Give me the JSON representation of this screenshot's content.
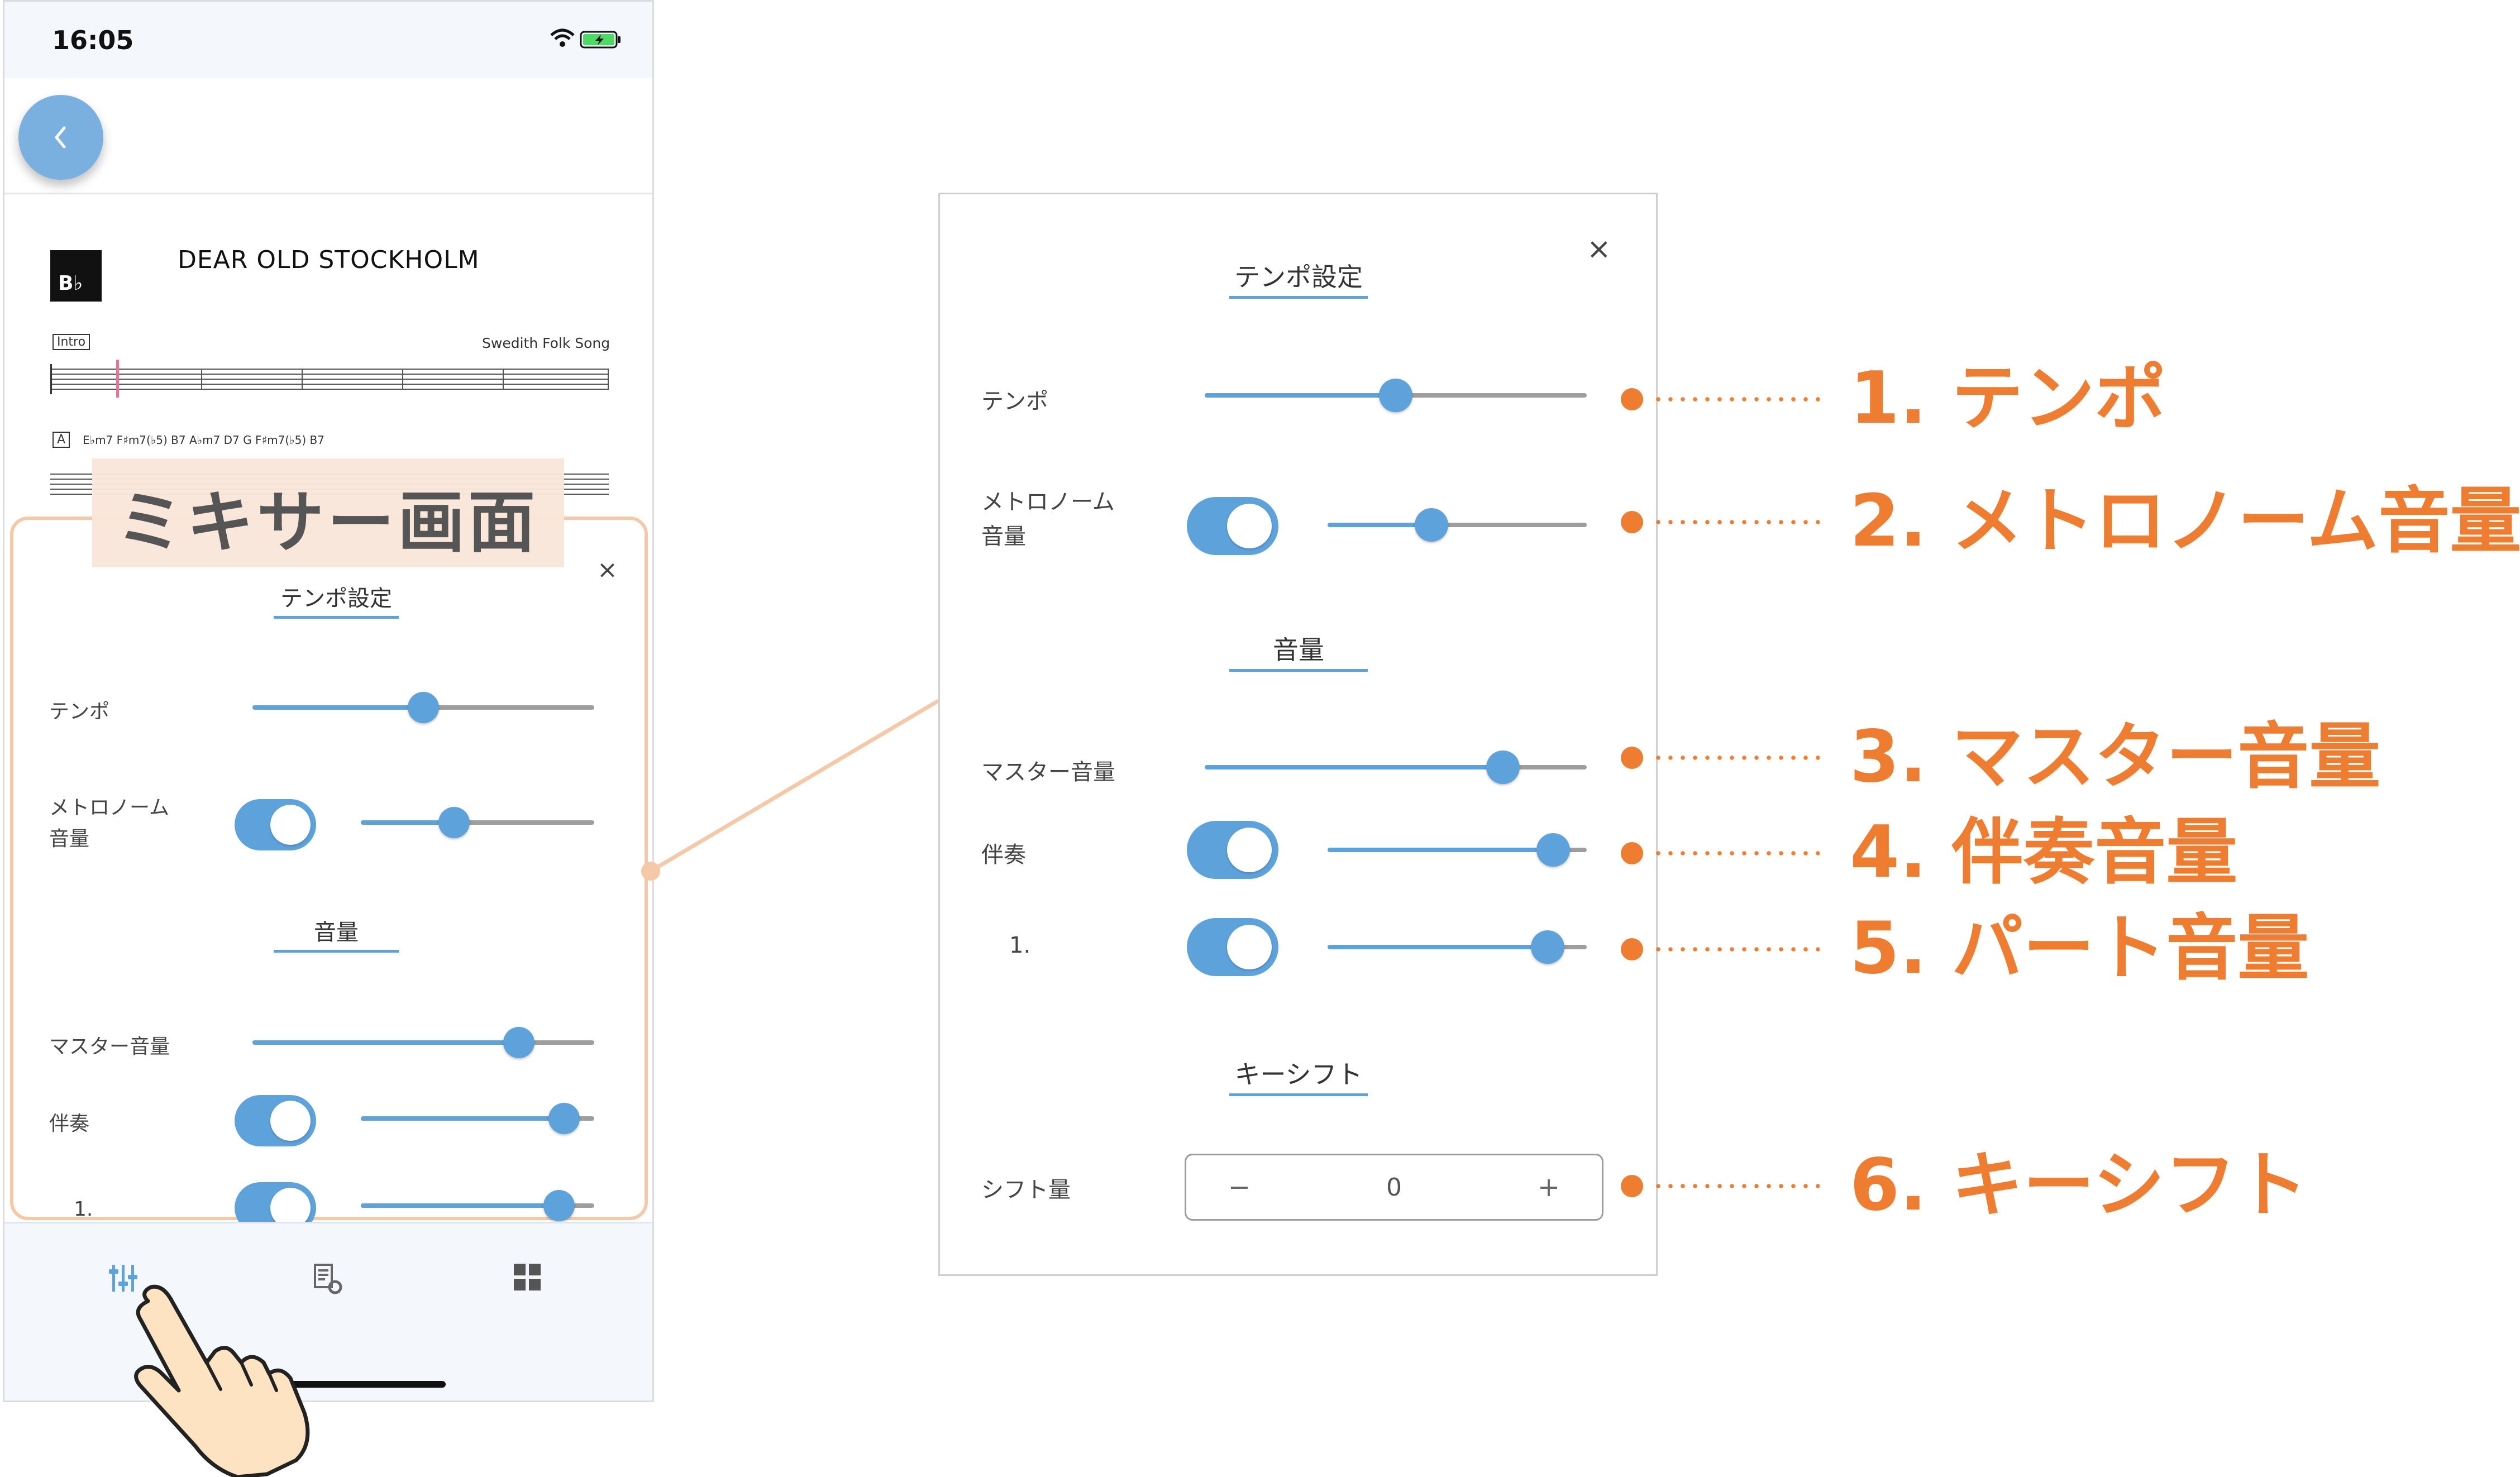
{
  "status_bar": {
    "time": "16:05"
  },
  "score": {
    "key": "B♭",
    "title": "DEAR OLD STOCKHOLM",
    "composer": "Swedith Folk Song",
    "intro_label": "Intro",
    "section_label": "A",
    "chords": "E♭m7    F♯m7(♭5)  B7     A♭m7    D7      G       F♯m7(♭5)   B7"
  },
  "overlay_title": "ミキサー画面",
  "mixer": {
    "tempo_section": "テンポ設定",
    "tempo_label": "テンポ",
    "tempo_value": 0.5,
    "metronome_label": "メトロノーム\n音量",
    "metronome_on": true,
    "metronome_volume": 0.4,
    "volume_section": "音量",
    "master_label": "マスター音量",
    "master_volume": 0.78,
    "accompaniment_label": "伴奏",
    "accompaniment_on": true,
    "accompaniment_volume": 0.87,
    "part_label": "1.",
    "part_on": true,
    "part_volume": 0.85,
    "keyshift_section": "キーシフト",
    "shift_label": "シフト量",
    "shift_value": "0",
    "minus": "−",
    "plus": "+",
    "close": "×"
  },
  "annotations": [
    "1. テンポ",
    "2. メトロノーム音量",
    "3. マスター音量",
    "4. 伴奏音量",
    "5. パート音量",
    "6. キーシフト"
  ],
  "colors": {
    "accent": "#5ea2dc",
    "track": "#9e9e9e",
    "annotation": "#ef7d31",
    "highlight_border": "#f5c8a8",
    "title_bg": "#fae6da"
  },
  "icons": {
    "tab_1": "mixer-sliders-icon",
    "tab_2": "settings-list-icon",
    "tab_3": "grid-icon",
    "back": "chevron-left-icon"
  }
}
